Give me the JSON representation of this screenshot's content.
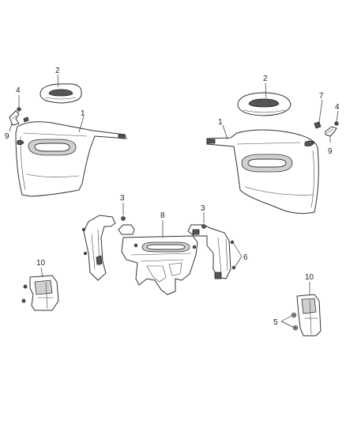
{
  "callouts": {
    "c1_left": "1",
    "c1_right": "1",
    "c2_left": "2",
    "c2_right": "2",
    "c3_left": "3",
    "c3_right": "3",
    "c4_left": "4",
    "c4_right": "4",
    "c5": "5",
    "c6": "6",
    "c7": "7",
    "c8": "8",
    "c9_left": "9",
    "c9_right": "9",
    "c10_left": "10",
    "c10_right": "10"
  }
}
